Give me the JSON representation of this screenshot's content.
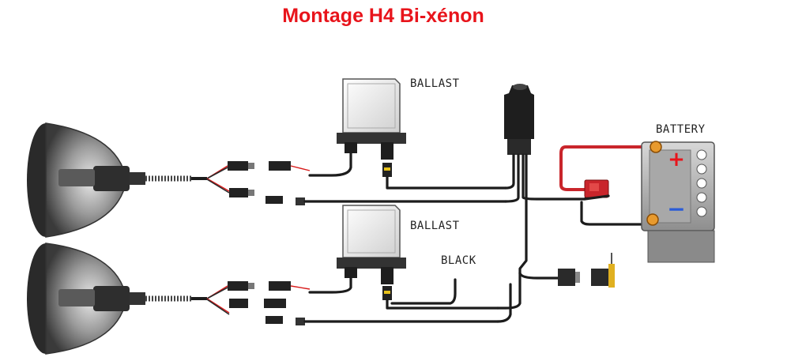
{
  "title": "Montage H4 Bi-xénon",
  "labels": {
    "ballast_top": "BALLAST",
    "ballast_bottom": "BALLAST",
    "black": "BLACK",
    "battery": "BATTERY",
    "plus": "+",
    "minus": "−"
  },
  "colors": {
    "title": "#e8141b",
    "positive_wire": "#d81a1a",
    "wire": "#1c1c1c",
    "relay_plug": "#c9252b",
    "battery_body": "#9a9a9a",
    "battery_terminal": "#e89a2e"
  }
}
